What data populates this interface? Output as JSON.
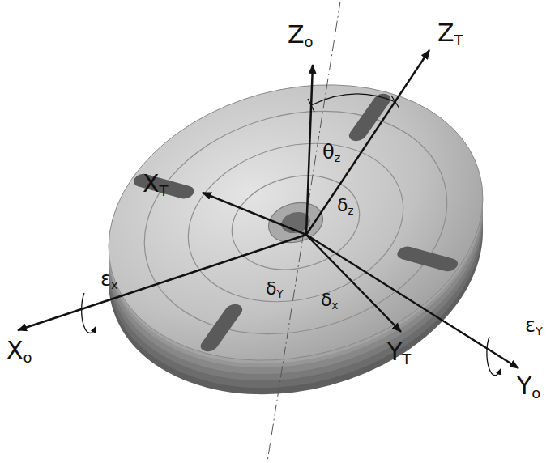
{
  "diagram": {
    "labels": [
      "Zo",
      "ZT",
      "θz",
      "XT",
      "εx",
      "δz",
      "Xo",
      "δY",
      "δx",
      "εY",
      "YT",
      "Yo"
    ]
  }
}
